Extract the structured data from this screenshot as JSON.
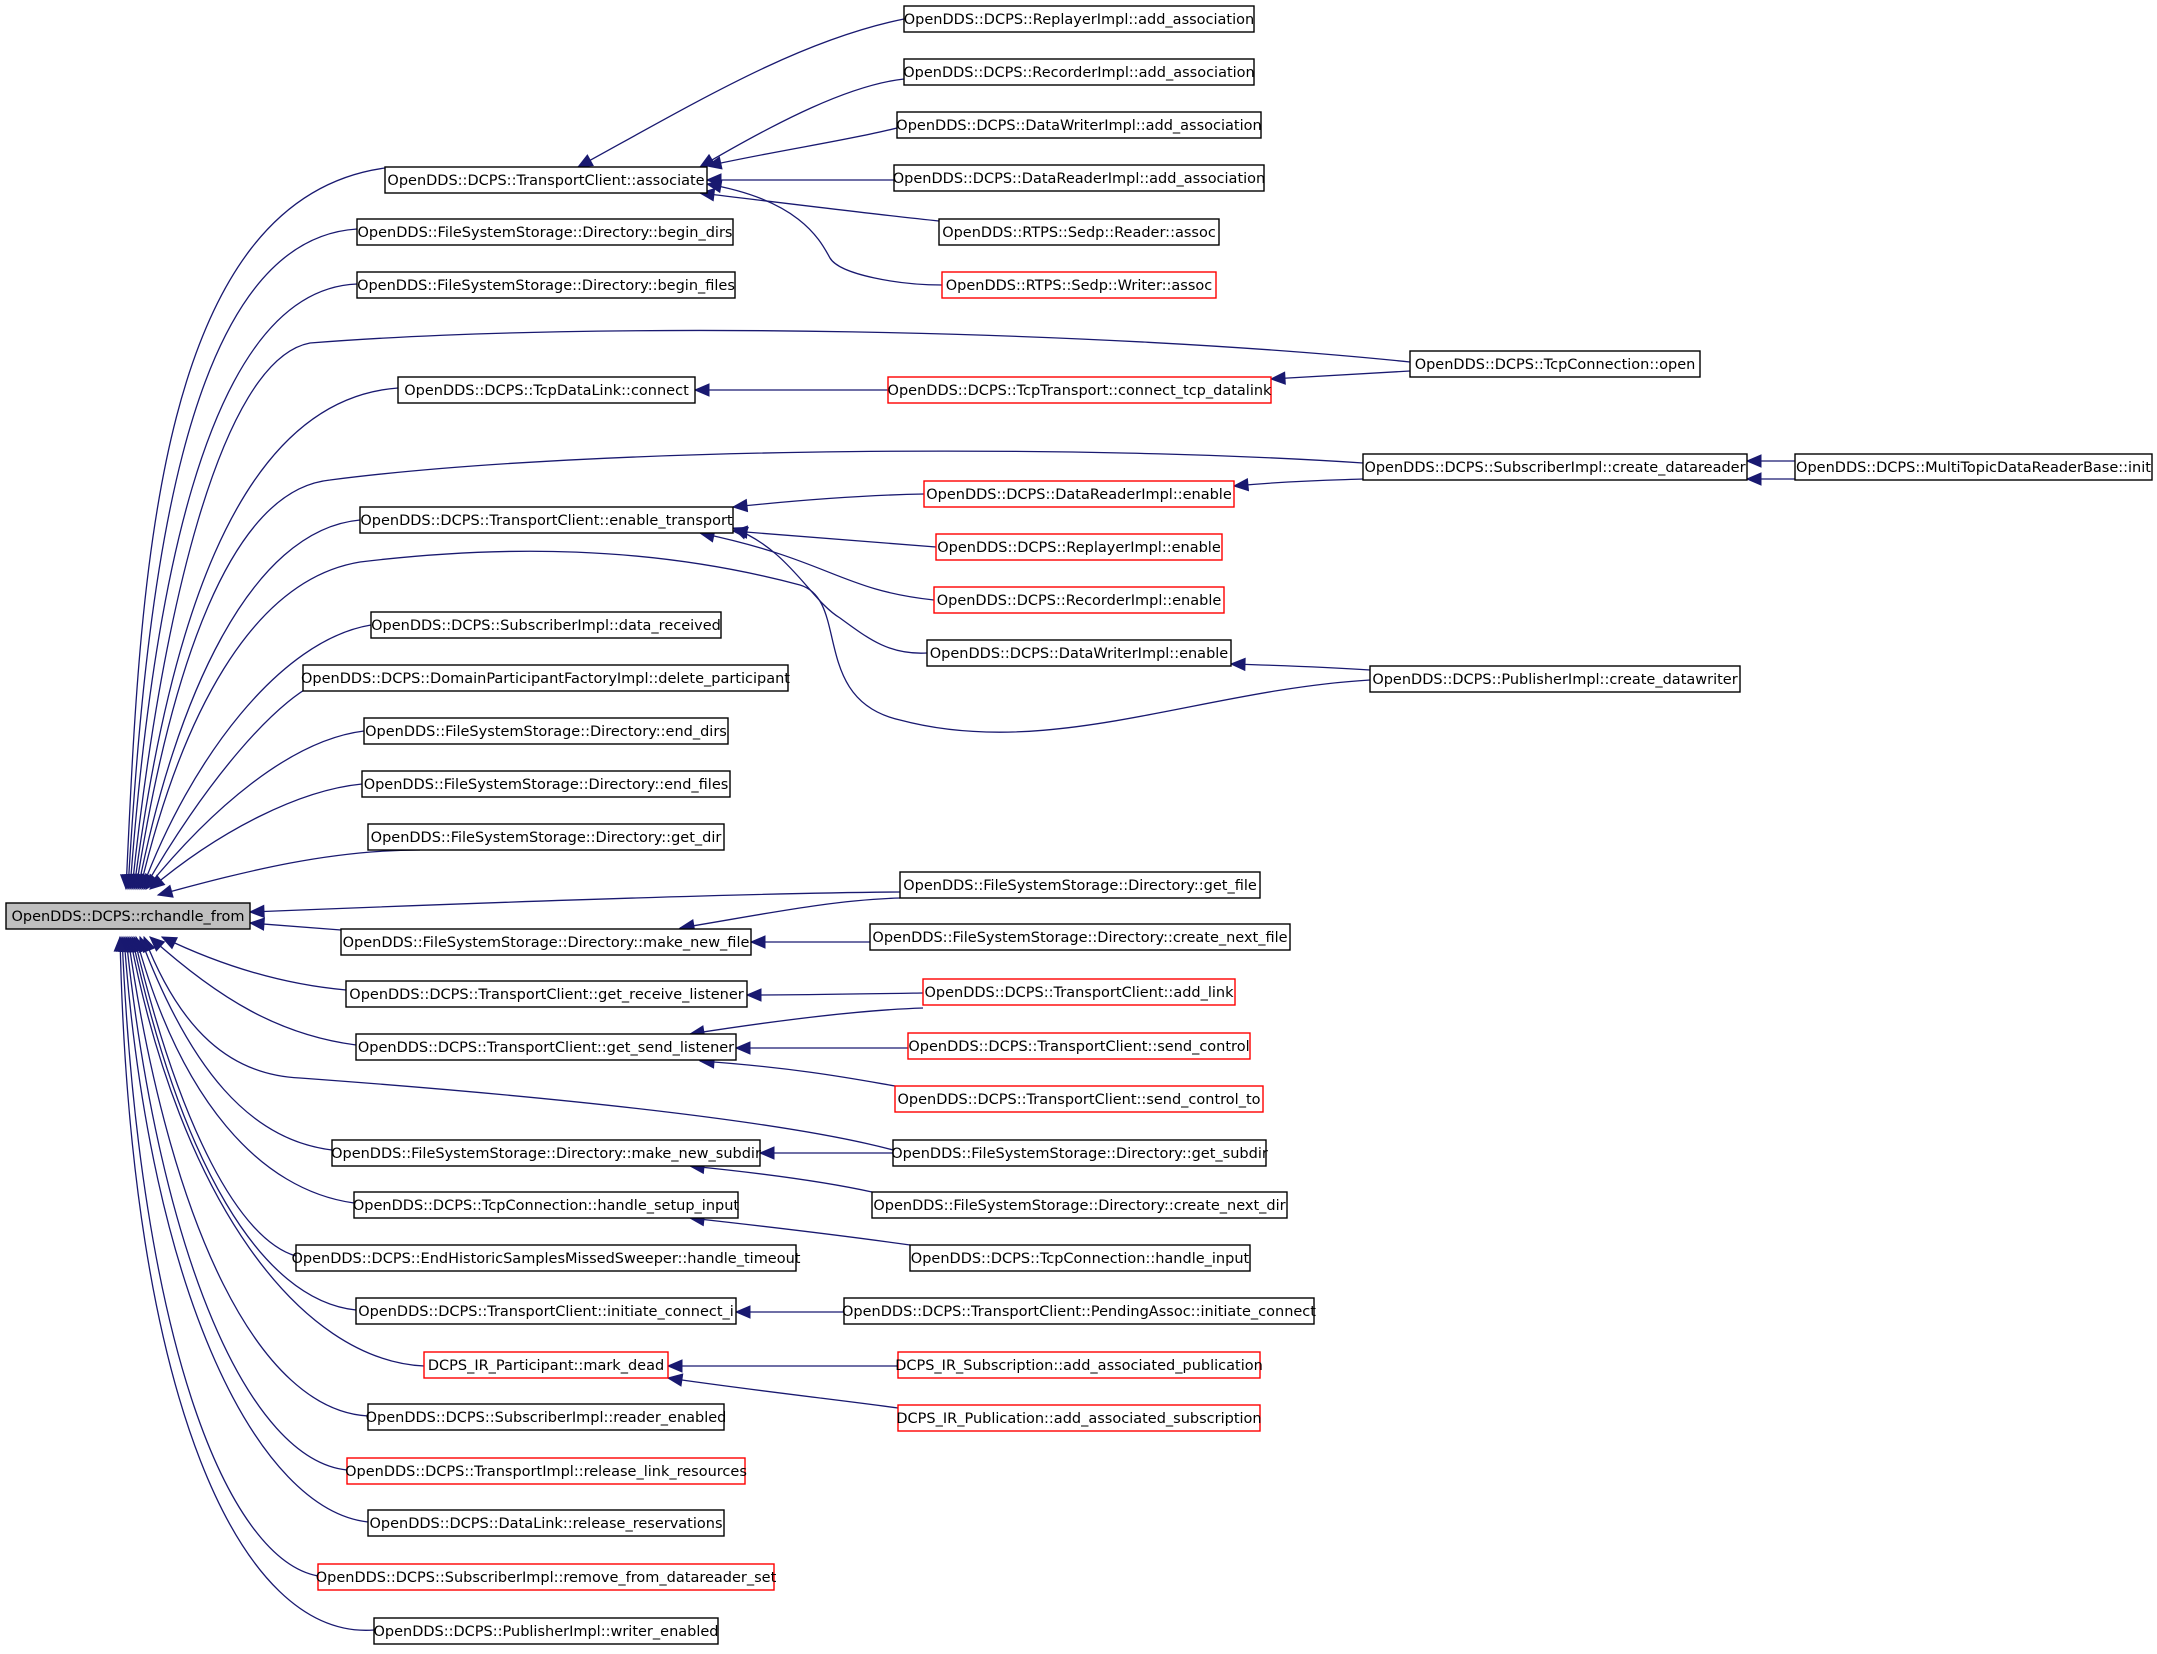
{
  "graph": {
    "edge_color": "#191970",
    "truncated_border_color": "#ff0000",
    "normal_border_color": "#000000",
    "focus_fill_color": "#bfbfbf",
    "nodes": [
      {
        "id": "rchandle_from",
        "label": "OpenDDS::DCPS::rchandle_from",
        "style": "focus"
      },
      {
        "id": "tc_associate",
        "label": "OpenDDS::DCPS::TransportClient::associate",
        "style": "normal"
      },
      {
        "id": "fs_begin_dirs",
        "label": "OpenDDS::FileSystemStorage::Directory::begin_dirs",
        "style": "normal"
      },
      {
        "id": "fs_begin_files",
        "label": "OpenDDS::FileSystemStorage::Directory::begin_files",
        "style": "normal"
      },
      {
        "id": "tdl_connect",
        "label": "OpenDDS::DCPS::TcpDataLink::connect",
        "style": "normal"
      },
      {
        "id": "tc_enable_transport",
        "label": "OpenDDS::DCPS::TransportClient::enable_transport",
        "style": "normal"
      },
      {
        "id": "sub_data_received",
        "label": "OpenDDS::DCPS::SubscriberImpl::data_received",
        "style": "normal"
      },
      {
        "id": "dpf_delete_participant",
        "label": "OpenDDS::DCPS::DomainParticipantFactoryImpl::delete_participant",
        "style": "normal"
      },
      {
        "id": "fs_end_dirs",
        "label": "OpenDDS::FileSystemStorage::Directory::end_dirs",
        "style": "normal"
      },
      {
        "id": "fs_end_files",
        "label": "OpenDDS::FileSystemStorage::Directory::end_files",
        "style": "normal"
      },
      {
        "id": "fs_get_dir",
        "label": "OpenDDS::FileSystemStorage::Directory::get_dir",
        "style": "normal"
      },
      {
        "id": "fs_make_new_file",
        "label": "OpenDDS::FileSystemStorage::Directory::make_new_file",
        "style": "normal"
      },
      {
        "id": "tc_get_receive_listener",
        "label": "OpenDDS::DCPS::TransportClient::get_receive_listener",
        "style": "normal"
      },
      {
        "id": "tc_get_send_listener",
        "label": "OpenDDS::DCPS::TransportClient::get_send_listener",
        "style": "normal"
      },
      {
        "id": "fs_make_new_subdir",
        "label": "OpenDDS::FileSystemStorage::Directory::make_new_subdir",
        "style": "normal"
      },
      {
        "id": "tconn_handle_setup_input",
        "label": "OpenDDS::DCPS::TcpConnection::handle_setup_input",
        "style": "normal"
      },
      {
        "id": "ehsms_handle_timeout",
        "label": "OpenDDS::DCPS::EndHistoricSamplesMissedSweeper::handle_timeout",
        "style": "normal"
      },
      {
        "id": "tc_initiate_connect_i",
        "label": "OpenDDS::DCPS::TransportClient::initiate_connect_i",
        "style": "normal"
      },
      {
        "id": "ir_mark_dead",
        "label": "DCPS_IR_Participant::mark_dead",
        "style": "truncated"
      },
      {
        "id": "sub_reader_enabled",
        "label": "OpenDDS::DCPS::SubscriberImpl::reader_enabled",
        "style": "normal"
      },
      {
        "id": "ti_release_link_resources",
        "label": "OpenDDS::DCPS::TransportImpl::release_link_resources",
        "style": "truncated"
      },
      {
        "id": "dl_release_reservations",
        "label": "OpenDDS::DCPS::DataLink::release_reservations",
        "style": "normal"
      },
      {
        "id": "sub_remove_from_datareader_set",
        "label": "OpenDDS::DCPS::SubscriberImpl::remove_from_datareader_set",
        "style": "truncated"
      },
      {
        "id": "pub_writer_enabled",
        "label": "OpenDDS::DCPS::PublisherImpl::writer_enabled",
        "style": "normal"
      },
      {
        "id": "replayer_add_association",
        "label": "OpenDDS::DCPS::ReplayerImpl::add_association",
        "style": "normal"
      },
      {
        "id": "recorder_add_association",
        "label": "OpenDDS::DCPS::RecorderImpl::add_association",
        "style": "normal"
      },
      {
        "id": "dw_add_association",
        "label": "OpenDDS::DCPS::DataWriterImpl::add_association",
        "style": "normal"
      },
      {
        "id": "dr_add_association",
        "label": "OpenDDS::DCPS::DataReaderImpl::add_association",
        "style": "normal"
      },
      {
        "id": "sedp_reader_assoc",
        "label": "OpenDDS::RTPS::Sedp::Reader::assoc",
        "style": "normal"
      },
      {
        "id": "sedp_writer_assoc",
        "label": "OpenDDS::RTPS::Sedp::Writer::assoc",
        "style": "truncated"
      },
      {
        "id": "tt_connect_tcp_datalink",
        "label": "OpenDDS::DCPS::TcpTransport::connect_tcp_datalink",
        "style": "truncated"
      },
      {
        "id": "dr_enable",
        "label": "OpenDDS::DCPS::DataReaderImpl::enable",
        "style": "truncated"
      },
      {
        "id": "replayer_enable",
        "label": "OpenDDS::DCPS::ReplayerImpl::enable",
        "style": "truncated"
      },
      {
        "id": "recorder_enable",
        "label": "OpenDDS::DCPS::RecorderImpl::enable",
        "style": "truncated"
      },
      {
        "id": "dw_enable",
        "label": "OpenDDS::DCPS::DataWriterImpl::enable",
        "style": "normal"
      },
      {
        "id": "fs_get_file",
        "label": "OpenDDS::FileSystemStorage::Directory::get_file",
        "style": "normal"
      },
      {
        "id": "fs_create_next_file",
        "label": "OpenDDS::FileSystemStorage::Directory::create_next_file",
        "style": "normal"
      },
      {
        "id": "tc_add_link",
        "label": "OpenDDS::DCPS::TransportClient::add_link",
        "style": "truncated"
      },
      {
        "id": "tc_send_control",
        "label": "OpenDDS::DCPS::TransportClient::send_control",
        "style": "truncated"
      },
      {
        "id": "tc_send_control_to",
        "label": "OpenDDS::DCPS::TransportClient::send_control_to",
        "style": "truncated"
      },
      {
        "id": "fs_get_subdir",
        "label": "OpenDDS::FileSystemStorage::Directory::get_subdir",
        "style": "normal"
      },
      {
        "id": "fs_create_next_dir",
        "label": "OpenDDS::FileSystemStorage::Directory::create_next_dir",
        "style": "normal"
      },
      {
        "id": "tconn_handle_input",
        "label": "OpenDDS::DCPS::TcpConnection::handle_input",
        "style": "normal"
      },
      {
        "id": "pending_initiate_connect",
        "label": "OpenDDS::DCPS::TransportClient::PendingAssoc::initiate_connect",
        "style": "normal"
      },
      {
        "id": "ir_sub_add_assoc_pub",
        "label": "DCPS_IR_Subscription::add_associated_publication",
        "style": "truncated"
      },
      {
        "id": "ir_pub_add_assoc_sub",
        "label": "DCPS_IR_Publication::add_associated_subscription",
        "style": "truncated"
      },
      {
        "id": "tconn_open",
        "label": "OpenDDS::DCPS::TcpConnection::open",
        "style": "normal"
      },
      {
        "id": "sub_create_datareader",
        "label": "OpenDDS::DCPS::SubscriberImpl::create_datareader",
        "style": "normal"
      },
      {
        "id": "pub_create_datawriter",
        "label": "OpenDDS::DCPS::PublisherImpl::create_datawriter",
        "style": "normal"
      },
      {
        "id": "mtdr_init",
        "label": "OpenDDS::DCPS::MultiTopicDataReaderBase::init",
        "style": "normal"
      }
    ]
  }
}
